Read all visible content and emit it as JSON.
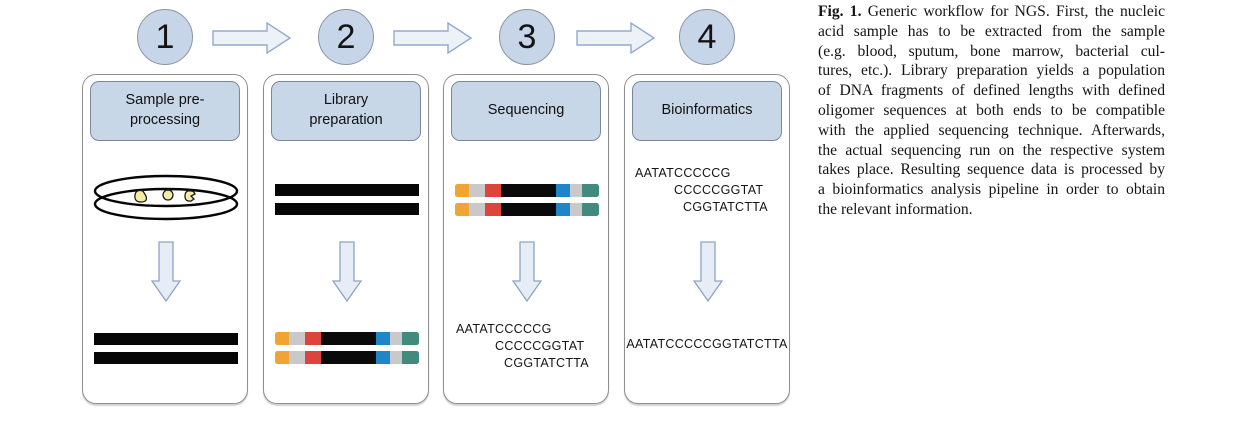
{
  "figure": {
    "steps": [
      {
        "number": "1",
        "title": "Sample pre-processing"
      },
      {
        "number": "2",
        "title": "Library preparation"
      },
      {
        "number": "3",
        "title": "Sequencing"
      },
      {
        "number": "4",
        "title": "Bioinformatics"
      }
    ],
    "reads": [
      "AATATCCCCCG",
      "CCCCCGGTAT",
      "CGGTATCTTA"
    ],
    "assembled_sequence": "AATATCCCCCGGTATCTTA",
    "fragment_bar": {
      "segments": [
        {
          "color": "#F0A433",
          "w": 10
        },
        {
          "color": "#C9C9C9",
          "w": 11
        },
        {
          "color": "#DD453C",
          "w": 11
        },
        {
          "color": "#0A0A0A",
          "w": 38
        },
        {
          "color": "#1E86C8",
          "w": 10
        },
        {
          "color": "#C9C9C9",
          "w": 8
        },
        {
          "color": "#42897E",
          "w": 12
        }
      ]
    },
    "colors": {
      "circle_fill": "#C7D5E8",
      "header_fill": "#C8D7E8",
      "arrow_fill": "#E9EFF7",
      "dna_bar": "#060606",
      "colony_fill": "#F6EBA2"
    }
  },
  "caption": {
    "prefix": "Fig. 1.",
    "lines": [
      "Generic workflow for NGS. First, the nucleic",
      "acid sample has to be extracted from the sample",
      "(e.g. blood, sputum, bone marrow, bacterial cul-",
      "tures, etc.). Library preparation yields a population",
      "of DNA fragments of defined lengths with defined",
      "oligomer sequences at both ends to be compatible",
      "with the applied sequencing technique. Afterwards,",
      "the actual sequencing run on the respective system",
      "takes place. Resulting sequence data is processed by",
      "a bioinformatics analysis pipeline in order to obtain",
      "the relevant information."
    ]
  }
}
